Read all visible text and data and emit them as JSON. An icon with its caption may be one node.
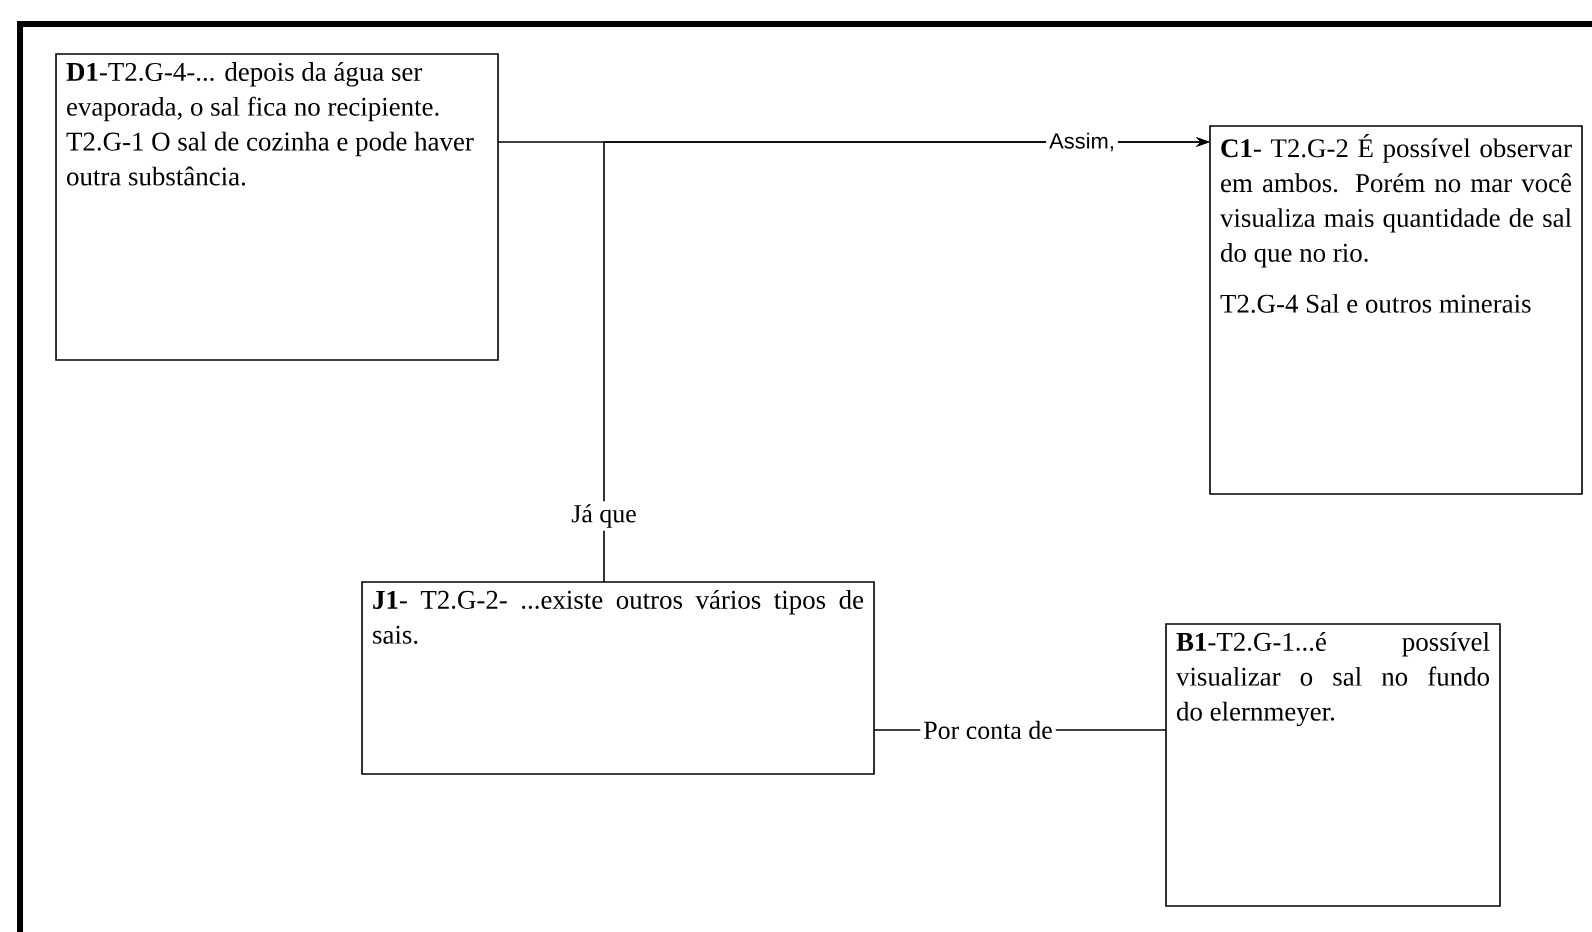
{
  "diagram": {
    "nodes": [
      {
        "text": [
          "**D1**-T2.G-4-... depois da água ser evaporada, o sal fica no recipiente.",
          "T2.G-1 O sal de cozinha e pode haver outra substância."
        ]
      },
      {
        "text": [
          "**C1**- T2.G-2 É possível observar em ambos. Porém no mar você visualiza mais quantidade de sal do que no rio.",
          "T2.G-4 Sal e outros minerais"
        ]
      },
      {
        "text": [
          "**J1**- T2.G-2- ...existe outros vários tipos de sais."
        ]
      },
      {
        "text": [
          "**B1**-T2.G-1...é possível visualizar o sal no fundo do elernmeyer."
        ]
      }
    ],
    "edges": [
      {
        "from": 0,
        "to": 1,
        "arrow": "to",
        "label": "Assim,"
      },
      {
        "from": 2,
        "to": 1,
        "arrow": "to",
        "label": "Já que"
      },
      {
        "from": 2,
        "to": 3,
        "arrow": "none",
        "label": "Por conta de"
      }
    ]
  }
}
